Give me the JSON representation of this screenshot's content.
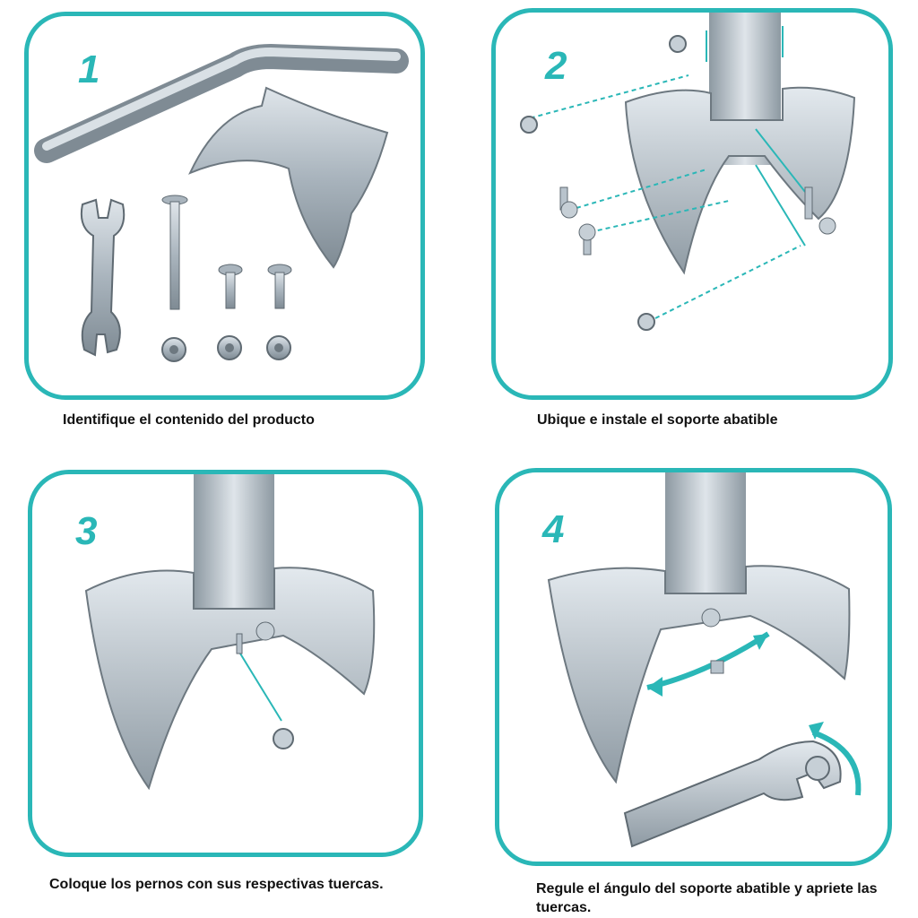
{
  "steps": [
    {
      "number": "1",
      "caption": "Identifique el contenido del producto"
    },
    {
      "number": "2",
      "caption": "Ubique e instale el soporte abatible"
    },
    {
      "number": "3",
      "caption": "Coloque los pernos con sus respectivas tuercas."
    },
    {
      "number": "4",
      "caption": "Regule el ángulo del soporte abatible y apriete las tuercas."
    }
  ],
  "colors": {
    "accent": "#2ab7b7",
    "metal": "#b8c3cc",
    "metal_dark": "#7d8a94"
  }
}
